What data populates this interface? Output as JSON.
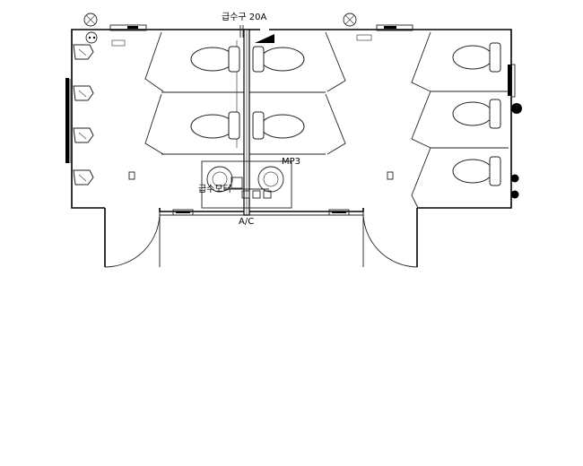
{
  "drawing": {
    "labels": {
      "water_supply": "급수구 20A",
      "mp3": "MP3",
      "water_motor": "급수모터",
      "ac": "A/C"
    }
  }
}
